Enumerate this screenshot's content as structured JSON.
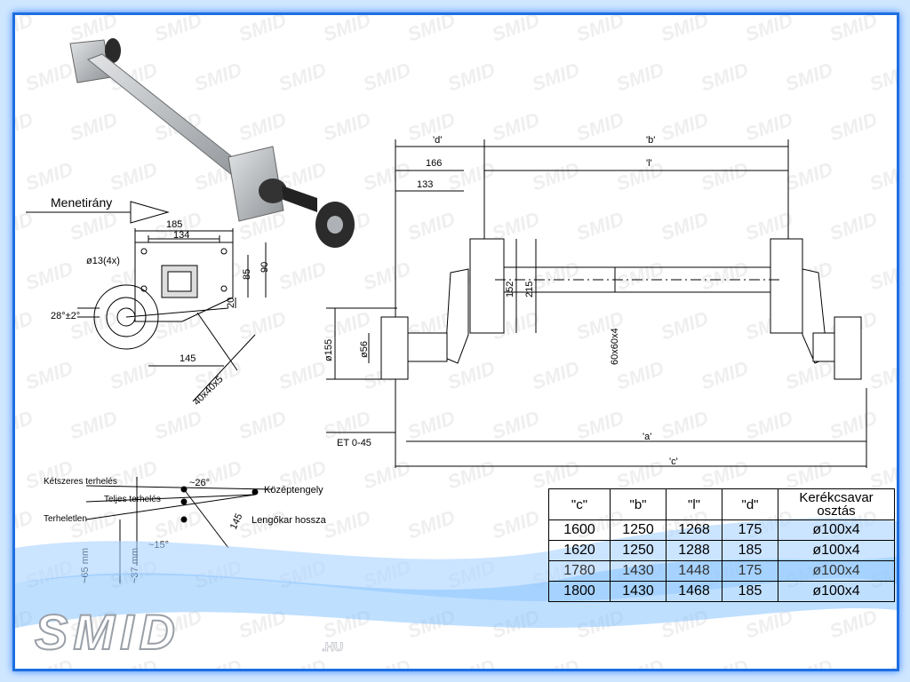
{
  "watermark": "SMID",
  "brand": {
    "logo_text": "SMID",
    "logo_suffix": ".HU"
  },
  "direction_label": "Menetirány",
  "bracket": {
    "dim_185": "185",
    "dim_134": "134",
    "hole": "ø13(4x)",
    "dim_90": "90",
    "dim_85": "85",
    "dim_20": "20",
    "angle": "28°±2°",
    "dim_145": "145",
    "tube": "40x40x5"
  },
  "load": {
    "double_load": "Kétszeres terhelés",
    "full_load": "Teljes terhelés",
    "unloaded": "Terheletlen",
    "angle_26": "~26°",
    "angle_15": "~15°",
    "center_axle": "Középtengely",
    "arm_length": "Lengőkar hossza",
    "arm_value": "145",
    "drop_65": "~65 mm",
    "drop_37": "~37 mm"
  },
  "main": {
    "d": "'d'",
    "b": "'b'",
    "l": "'l'",
    "d166": "166",
    "d133": "133",
    "d152": "152",
    "d215": "215",
    "tube": "60x60x4",
    "d155": "ø155",
    "d56": "ø56",
    "et": "ET 0-45",
    "a": "'a'",
    "c": "'c'"
  },
  "table": {
    "headers": [
      "\"c\"",
      "\"b\"",
      "\"l\"",
      "\"d\"",
      "Kerékcsavar osztás"
    ],
    "rows": [
      [
        "1600",
        "1250",
        "1268",
        "175",
        "ø100x4"
      ],
      [
        "1620",
        "1250",
        "1288",
        "185",
        "ø100x4"
      ],
      [
        "1780",
        "1430",
        "1448",
        "175",
        "ø100x4"
      ],
      [
        "1800",
        "1430",
        "1468",
        "185",
        "ø100x4"
      ]
    ]
  },
  "colors": {
    "frame": "#1e6fe0",
    "wave": "#7fbfff",
    "steel": "#b5b9bd"
  }
}
